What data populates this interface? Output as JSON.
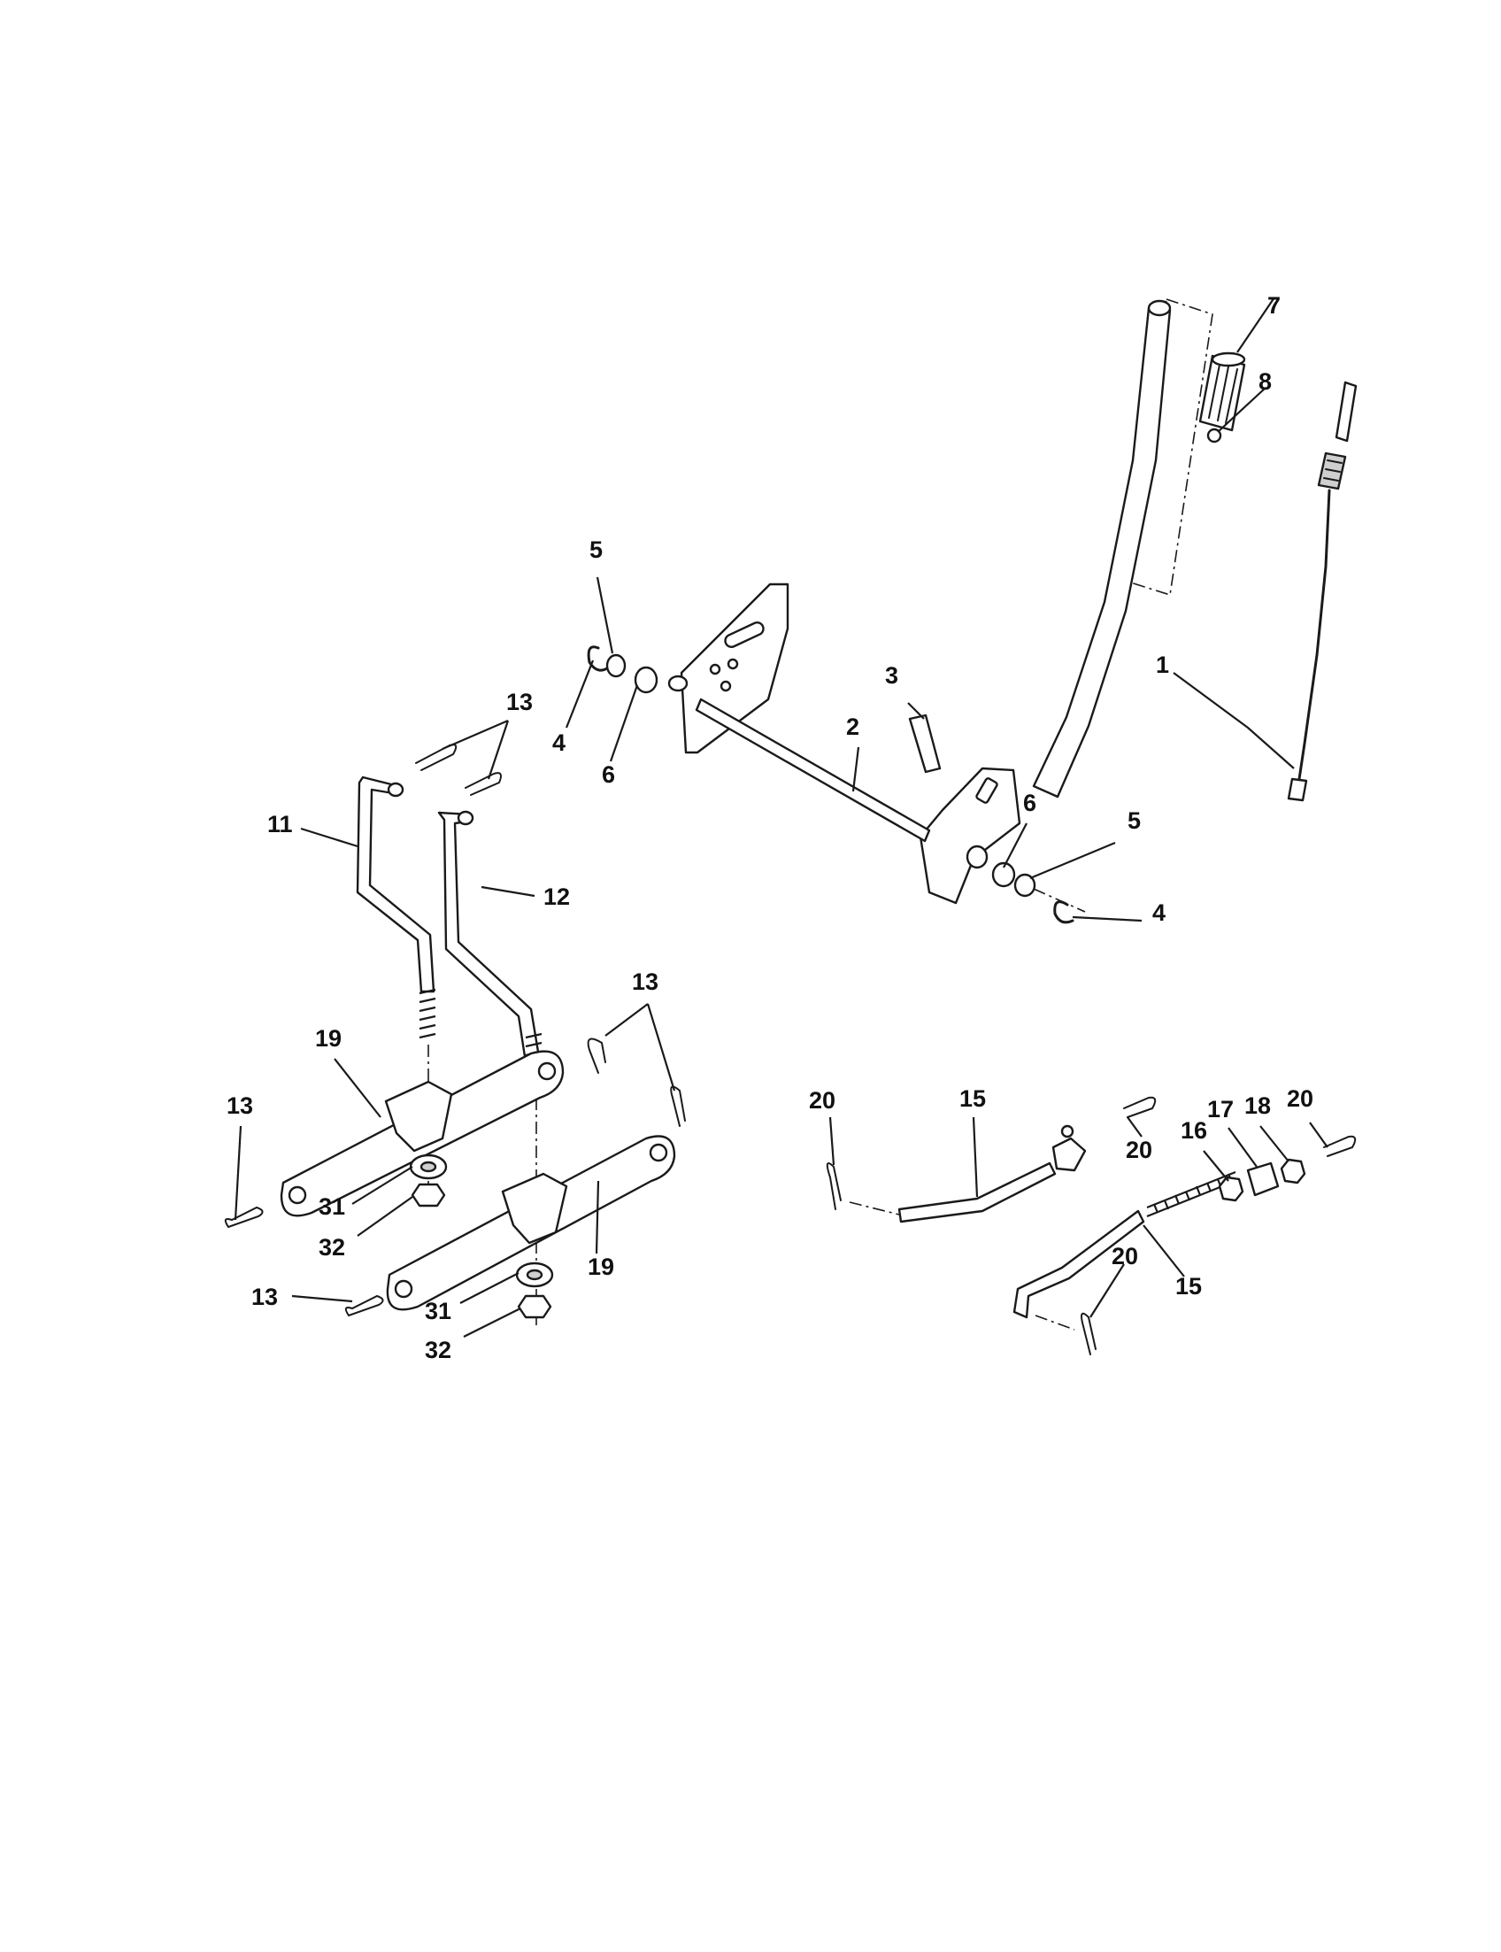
{
  "diagram": {
    "callouts": [
      {
        "id": "c1",
        "label": "1"
      },
      {
        "id": "c2",
        "label": "2"
      },
      {
        "id": "c3",
        "label": "3"
      },
      {
        "id": "c4a",
        "label": "4"
      },
      {
        "id": "c4b",
        "label": "4"
      },
      {
        "id": "c5a",
        "label": "5"
      },
      {
        "id": "c5b",
        "label": "5"
      },
      {
        "id": "c6a",
        "label": "6"
      },
      {
        "id": "c6b",
        "label": "6"
      },
      {
        "id": "c7",
        "label": "7"
      },
      {
        "id": "c8",
        "label": "8"
      },
      {
        "id": "c11",
        "label": "11"
      },
      {
        "id": "c12",
        "label": "12"
      },
      {
        "id": "c13a",
        "label": "13"
      },
      {
        "id": "c13b",
        "label": "13"
      },
      {
        "id": "c13c",
        "label": "13"
      },
      {
        "id": "c13d",
        "label": "13"
      },
      {
        "id": "c15a",
        "label": "15"
      },
      {
        "id": "c15b",
        "label": "15"
      },
      {
        "id": "c16",
        "label": "16"
      },
      {
        "id": "c17",
        "label": "17"
      },
      {
        "id": "c18",
        "label": "18"
      },
      {
        "id": "c19a",
        "label": "19"
      },
      {
        "id": "c19b",
        "label": "19"
      },
      {
        "id": "c20a",
        "label": "20"
      },
      {
        "id": "c20b",
        "label": "20"
      },
      {
        "id": "c20c",
        "label": "20"
      },
      {
        "id": "c20d",
        "label": "20"
      },
      {
        "id": "c31a",
        "label": "31"
      },
      {
        "id": "c31b",
        "label": "31"
      },
      {
        "id": "c32a",
        "label": "32"
      },
      {
        "id": "c32b",
        "label": "32"
      }
    ]
  }
}
